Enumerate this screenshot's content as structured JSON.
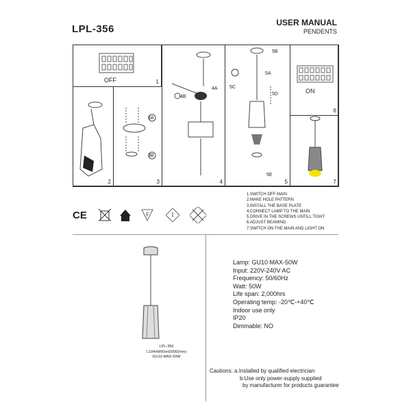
{
  "header": {
    "model": "LPL-356",
    "title": "USER MANUAL",
    "subtitle": "PENDENTS"
  },
  "diagram": {
    "off_label": "OFF",
    "on_label": "ON",
    "step_numbers": [
      "1",
      "2",
      "3",
      "4",
      "5",
      "6",
      "7"
    ],
    "callouts": [
      "3A",
      "3B",
      "4A",
      "4B",
      "5A",
      "5B",
      "5C",
      "5D",
      "5E"
    ]
  },
  "icons": [
    "ce-mark-icon",
    "weee-bin-icon",
    "recycle-house-icon",
    "f-mark-icon",
    "class-2-icon",
    "no-insulation-cover-icon"
  ],
  "steps": [
    "1.SWITCH OFF MAIN",
    "2.MAKE HOLE PATTERN",
    "3.INSTALL THE BASE PLATE",
    "4.CONNECT LAMP TO THE MAIN",
    "5.DRIVE IN THE SCREWS UNTILL TIGHT",
    "6.ADJUST BEAMING",
    "7.SWITCH ON THE MAIN AND LIGHT ON"
  ],
  "product_caption": [
    "LPL-356",
    "L104xW90xH2000(mm)",
    "GU10-MAX-50W"
  ],
  "specs": [
    "Lamp: GU10 MAX-50W",
    "Input: 220V-240V AC",
    "Frequency: 50/60Hz",
    "Watt: 50W",
    "Life span: 2,000hrs",
    "Operating temp: -20℃-+40℃",
    "Indoor use only",
    "IP20",
    "Dimmable: NO"
  ],
  "cautions": [
    "Cautions: a.Installed by qualified electrician",
    "b.Use only power-supply supplied",
    "by manufacturer for products guarantee"
  ],
  "colors": {
    "lamp_glow": "#f2e600",
    "line": "#333333"
  }
}
